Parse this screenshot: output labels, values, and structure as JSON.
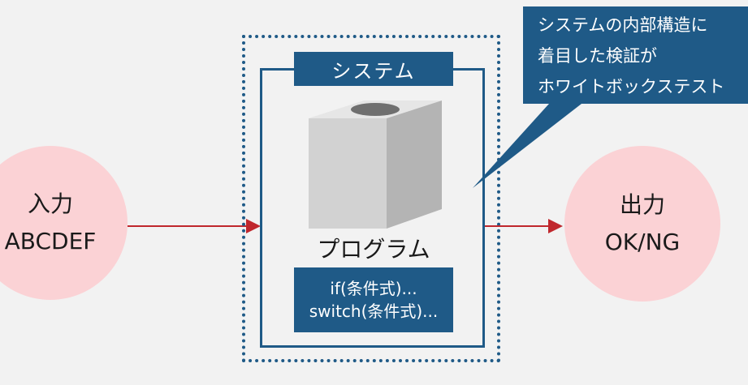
{
  "input": {
    "title": "入力",
    "value": "ABCDEF"
  },
  "output": {
    "title": "出力",
    "value": "OK/NG"
  },
  "system": {
    "label": "システム",
    "program_label": "プログラム",
    "code_lines": [
      "if(条件式)...",
      "switch(条件式)..."
    ]
  },
  "callout": {
    "lines": [
      "システムの内部構造に",
      "着目した検証が",
      "ホワイトボックステスト"
    ]
  },
  "colors": {
    "background": "#f2f2f2",
    "circle_fill": "#fbd2d5",
    "navy": "#1f5a87",
    "arrow": "#c0272d"
  }
}
